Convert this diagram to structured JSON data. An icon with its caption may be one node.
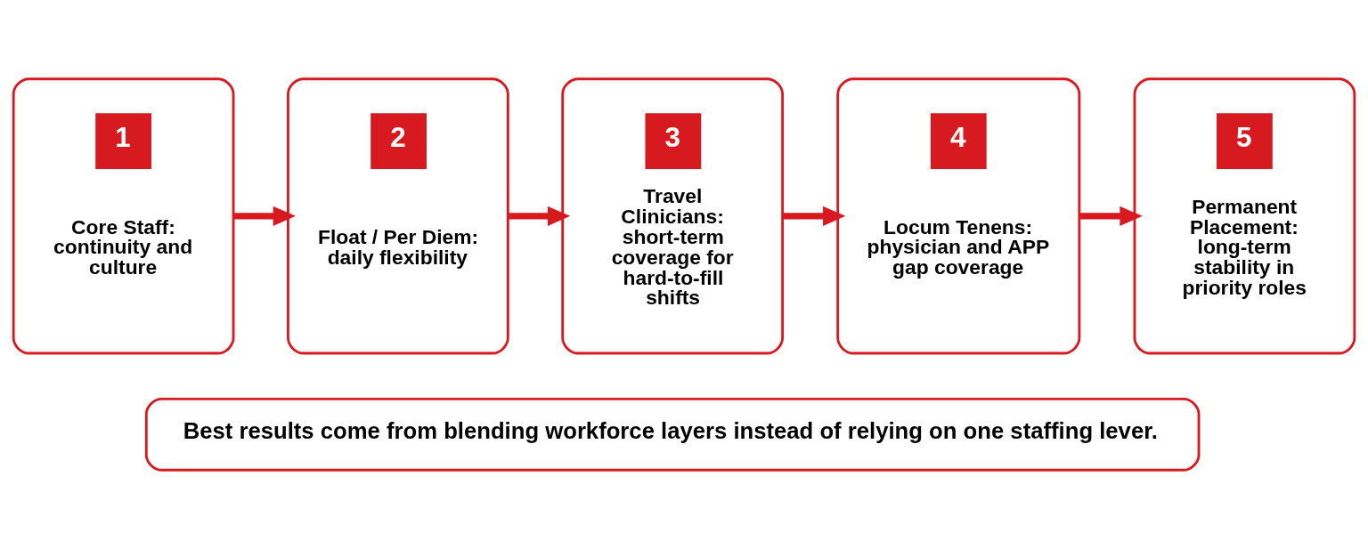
{
  "diagram": {
    "nodes": [
      {
        "text": [
          "1",
          "Core Staff: continuity and culture"
        ]
      },
      {
        "text": [
          "2",
          "Float / Per Diem: daily flexibility"
        ]
      },
      {
        "text": [
          "3",
          "Travel Clinicians: short-term coverage for hard-to-fill shifts"
        ]
      },
      {
        "text": [
          "4",
          "Locum Tenens: physician and APP gap coverage"
        ]
      },
      {
        "text": [
          "5",
          "Permanent Placement: long-term stability in priority roles"
        ]
      },
      {
        "text": [
          "Best results come from blending workforce layers instead of relying on one staffing lever."
        ]
      }
    ],
    "edges": [
      {
        "from": 0,
        "to": 1,
        "arrow": "to"
      },
      {
        "from": 1,
        "to": 2,
        "arrow": "to"
      },
      {
        "from": 2,
        "to": 3,
        "arrow": "to"
      },
      {
        "from": 3,
        "to": 4,
        "arrow": "to"
      }
    ]
  }
}
